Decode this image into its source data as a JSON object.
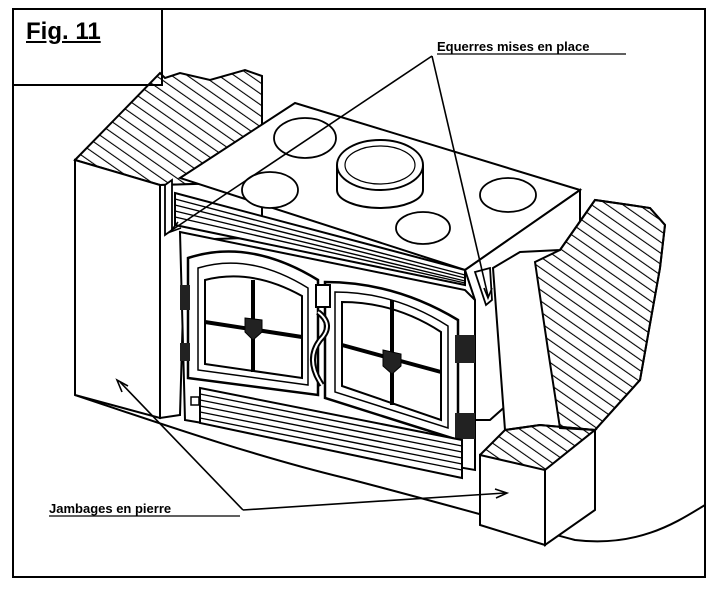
{
  "figure": {
    "label": "Fig. 11"
  },
  "labels": {
    "top": "Equerres mises en place",
    "bottom": "Jambages en pierre"
  }
}
